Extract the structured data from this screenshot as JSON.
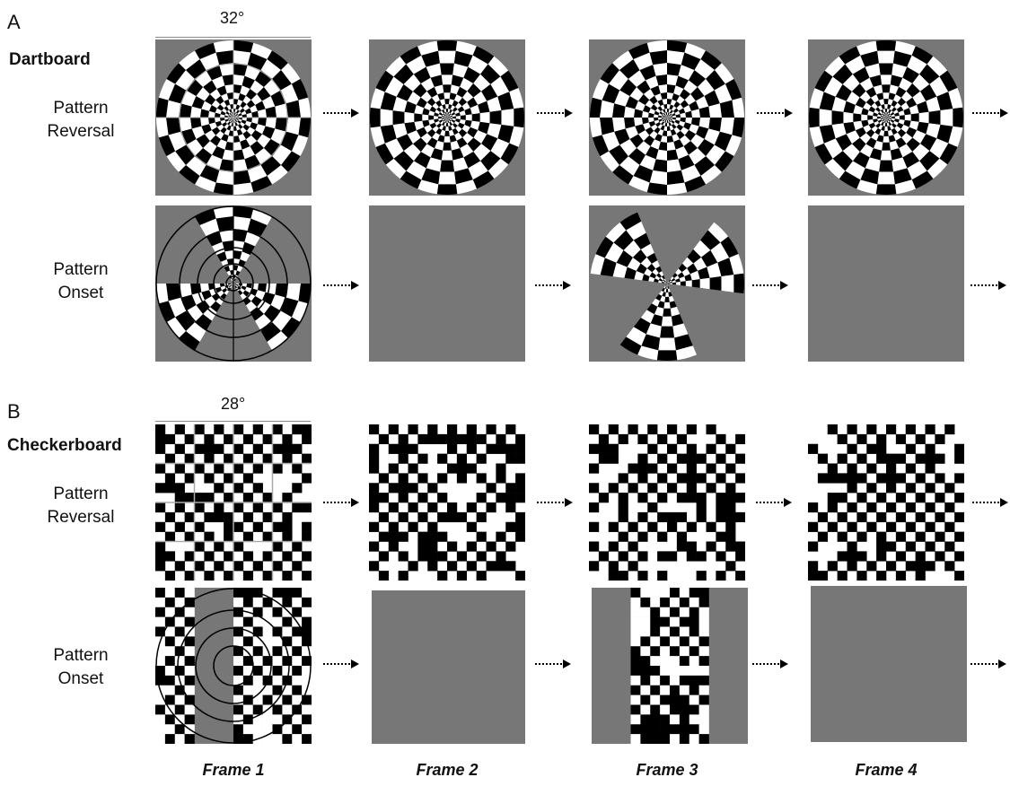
{
  "panels": [
    {
      "letter": "A",
      "angle": "32°",
      "section": "Dartboard",
      "rows": [
        {
          "label_line1": "Pattern",
          "label_line2": "Reversal"
        },
        {
          "label_line1": "Pattern",
          "label_line2": "Onset"
        }
      ]
    },
    {
      "letter": "B",
      "angle": "28°",
      "section": "Checkerboard",
      "rows": [
        {
          "label_line1": "Pattern",
          "label_line2": "Reversal"
        },
        {
          "label_line1": "Pattern",
          "label_line2": "Onset"
        }
      ]
    }
  ],
  "frames": [
    "Frame 1",
    "Frame 2",
    "Frame 3",
    "Frame 4"
  ],
  "colors": {
    "gray": "#777777",
    "black": "#000000",
    "white": "#ffffff"
  }
}
